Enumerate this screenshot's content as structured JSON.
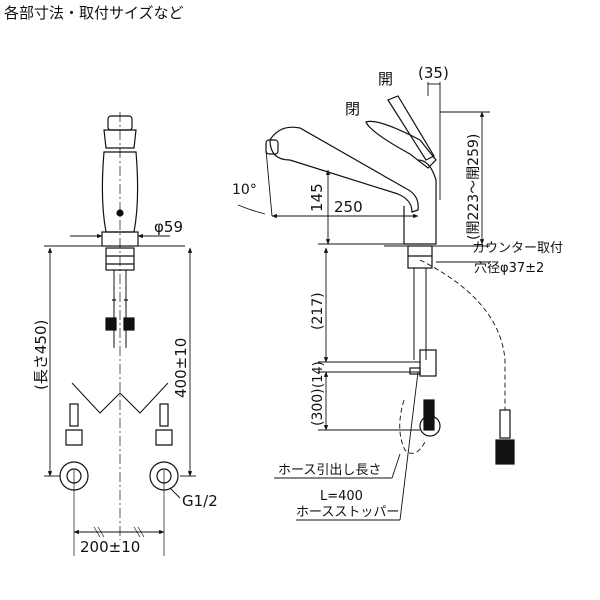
{
  "title": "各部寸法・取付サイズなど",
  "labels": {
    "open_top": "開",
    "dim_35": "(35)",
    "closed": "閉",
    "open_range": "(開223～開259)",
    "angle": "10°",
    "dim_145": "145",
    "dim_250": "250",
    "dim_59": "φ59",
    "counter_hole_1": "カウンター取付",
    "counter_hole_2": "穴径φ37±2",
    "dim_217": "(217)",
    "dim_14": "(14)",
    "dim_300": "(300)",
    "length_450": "(長さ450)",
    "dim_400_10": "400±10",
    "thread": "G1/2",
    "dim_200_10": "200±10",
    "hose_pull_1": "ホース引出し長さ",
    "hose_pull_2": "L=400",
    "hose_stopper": "ホースストッパー"
  }
}
